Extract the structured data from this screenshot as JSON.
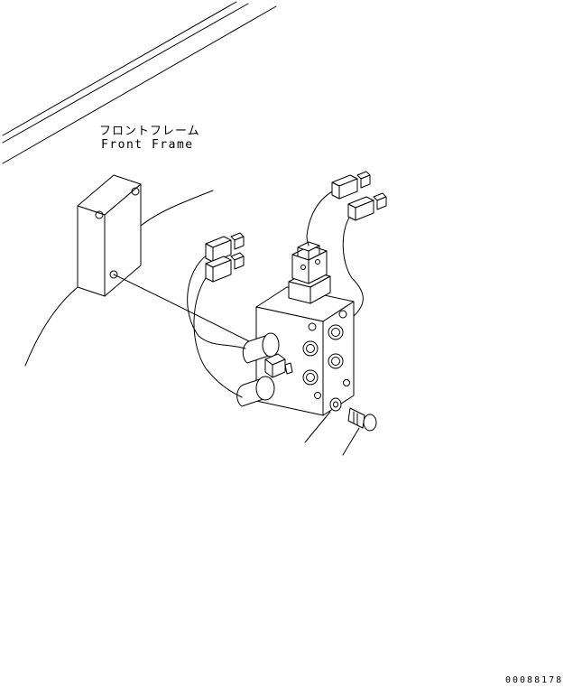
{
  "labels": {
    "frame_jp": "フロントフレーム",
    "frame_en": "Front Frame"
  },
  "drawing_number": "00088178",
  "colors": {
    "line": "#000000",
    "background": "#ffffff"
  }
}
